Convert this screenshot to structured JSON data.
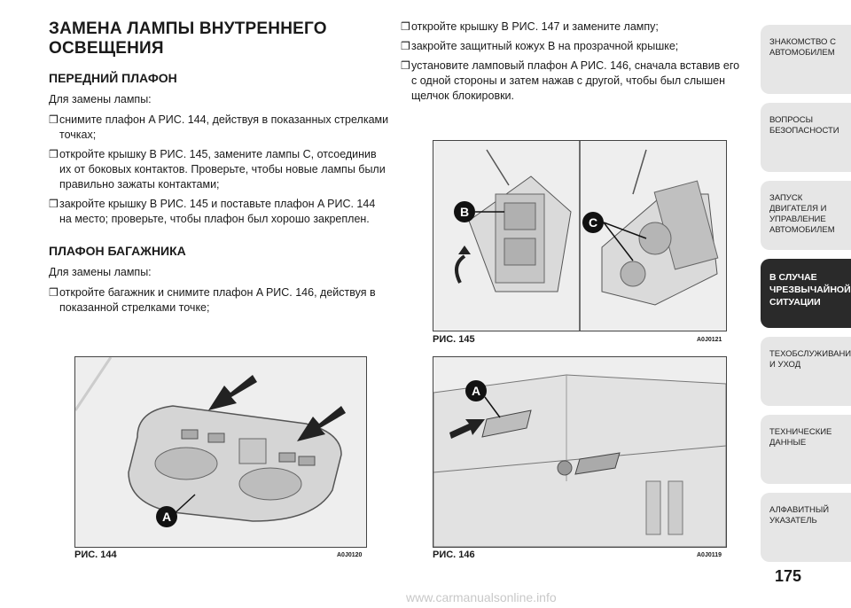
{
  "left": {
    "title": "ЗАМЕНА ЛАМПЫ ВНУТРЕННЕГО ОСВЕЩЕНИЯ",
    "front_heading": "ПЕРЕДНИЙ ПЛАФОН",
    "front_intro": "Для замены лампы:",
    "front_steps": [
      "снимите плафон A РИС. 144, действуя в показанных стрелками точках;",
      "откройте крышку B РИС. 145, замените лампы C, отсоединив их от боковых контактов. Проверьте, чтобы новые лампы были правильно зажаты контактами;",
      "закройте крышку B РИС. 145 и поставьте плафон A РИС. 144 на место; проверьте, чтобы плафон был хорошо закреплен."
    ],
    "trunk_heading": "ПЛАФОН БАГАЖНИКА",
    "trunk_intro": "Для замены лампы:",
    "trunk_steps": [
      "откройте багажник и снимите плафон A РИС. 146, действуя в показанной стрелками точке;"
    ]
  },
  "right": {
    "steps": [
      "откройте крышку B РИС. 147 и замените лампу;",
      "закройте защитный кожух B на прозрачной крышке;",
      "установите ламповый плафон A РИС. 146, сначала вставив его с одной стороны и затем нажав с другой, чтобы был слышен щелчок блокировки."
    ]
  },
  "bullet_glyph": "❒",
  "figures": {
    "fig144": {
      "caption": "РИС. 144",
      "code": "A0J0120",
      "labels": [
        "A"
      ]
    },
    "fig145": {
      "caption": "РИС. 145",
      "code": "A0J0121",
      "labels": [
        "B",
        "C"
      ]
    },
    "fig146": {
      "caption": "РИС. 146",
      "code": "A0J0119",
      "labels": [
        "A"
      ]
    }
  },
  "sidebar": {
    "tabs": [
      {
        "label": "ЗНАКОМСТВО С АВТОМОБИЛЕМ",
        "active": false
      },
      {
        "label": "ВОПРОСЫ БЕЗОПАСНОСТИ",
        "active": false
      },
      {
        "label": "ЗАПУСК ДВИГАТЕЛЯ И УПРАВЛЕНИЕ АВТОМОБИЛЕМ",
        "active": false
      },
      {
        "label": "В СЛУЧАЕ ЧРЕЗВЫЧАЙНОЙ СИТУАЦИИ",
        "active": true
      },
      {
        "label": "ТЕХОБСЛУЖИВАНИЕ И УХОД",
        "active": false
      },
      {
        "label": "ТЕХНИЧЕСКИЕ ДАННЫЕ",
        "active": false
      },
      {
        "label": "АЛФАВИТНЫЙ УКАЗАТЕЛЬ",
        "active": false
      }
    ]
  },
  "page_number": "175",
  "watermark": "www.carmanualsonline.info",
  "colors": {
    "active_tab": "#2a2a2a",
    "inactive_tab": "#e6e6e6",
    "label_circle": "#111111"
  }
}
